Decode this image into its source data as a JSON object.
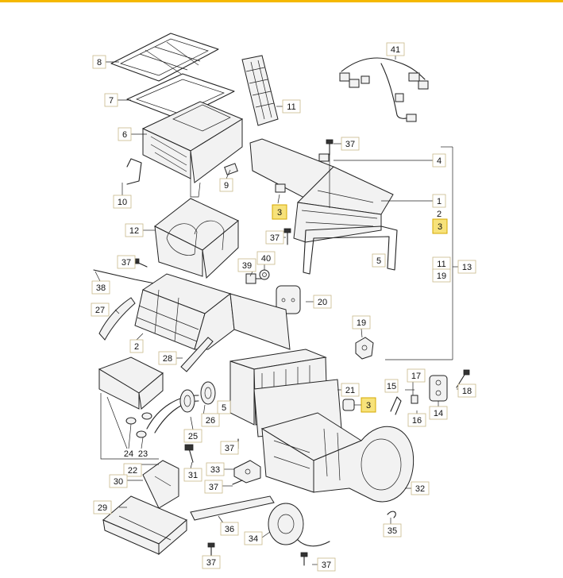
{
  "accent_color": "#f5b800",
  "highlight_color": "#f7e27a",
  "callouts": [
    {
      "id": "c8",
      "text": "8"
    },
    {
      "id": "c7",
      "text": "7"
    },
    {
      "id": "c6",
      "text": "6"
    },
    {
      "id": "c9",
      "text": "9"
    },
    {
      "id": "c10",
      "text": "10"
    },
    {
      "id": "c11a",
      "text": "11"
    },
    {
      "id": "c41",
      "text": "41"
    },
    {
      "id": "c37a",
      "text": "37"
    },
    {
      "id": "c4",
      "text": "4"
    },
    {
      "id": "c1",
      "text": "1"
    },
    {
      "id": "c2a",
      "text": "2"
    },
    {
      "id": "c3a",
      "text": "3"
    },
    {
      "id": "c3b",
      "text": "3"
    },
    {
      "id": "c12",
      "text": "12"
    },
    {
      "id": "c37b",
      "text": "37"
    },
    {
      "id": "c5a",
      "text": "5"
    },
    {
      "id": "c11b",
      "text": "11"
    },
    {
      "id": "c13",
      "text": "13"
    },
    {
      "id": "c19a",
      "text": "19"
    },
    {
      "id": "c37c",
      "text": "37"
    },
    {
      "id": "c39",
      "text": "39"
    },
    {
      "id": "c40",
      "text": "40"
    },
    {
      "id": "c38",
      "text": "38"
    },
    {
      "id": "c20",
      "text": "20"
    },
    {
      "id": "c27",
      "text": "27"
    },
    {
      "id": "c2b",
      "text": "2"
    },
    {
      "id": "c19b",
      "text": "19"
    },
    {
      "id": "c28",
      "text": "28"
    },
    {
      "id": "c17",
      "text": "17"
    },
    {
      "id": "c15",
      "text": "15"
    },
    {
      "id": "c18",
      "text": "18"
    },
    {
      "id": "c21",
      "text": "21"
    },
    {
      "id": "c3c",
      "text": "3"
    },
    {
      "id": "c16",
      "text": "16"
    },
    {
      "id": "c14",
      "text": "14"
    },
    {
      "id": "c5b",
      "text": "5"
    },
    {
      "id": "c26",
      "text": "26"
    },
    {
      "id": "c25",
      "text": "25"
    },
    {
      "id": "c24",
      "text": "24"
    },
    {
      "id": "c23",
      "text": "23"
    },
    {
      "id": "c37d",
      "text": "37"
    },
    {
      "id": "c22",
      "text": "22"
    },
    {
      "id": "c31",
      "text": "31"
    },
    {
      "id": "c30",
      "text": "30"
    },
    {
      "id": "c33",
      "text": "33"
    },
    {
      "id": "c37e",
      "text": "37"
    },
    {
      "id": "c32",
      "text": "32"
    },
    {
      "id": "c29",
      "text": "29"
    },
    {
      "id": "c36",
      "text": "36"
    },
    {
      "id": "c35",
      "text": "35"
    },
    {
      "id": "c34",
      "text": "34"
    },
    {
      "id": "c37f",
      "text": "37"
    },
    {
      "id": "c37g",
      "text": "37"
    }
  ]
}
